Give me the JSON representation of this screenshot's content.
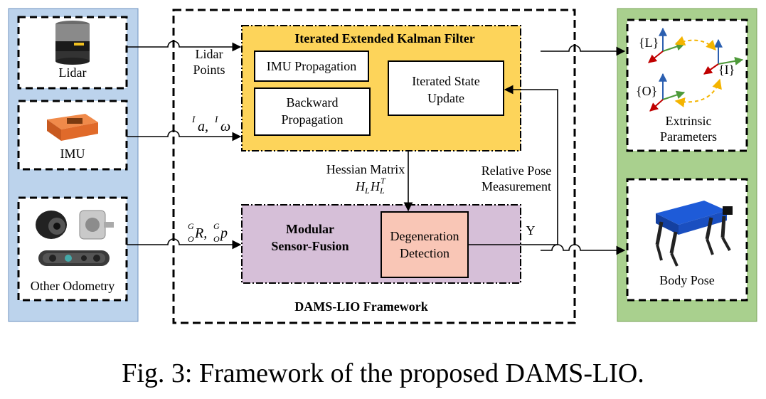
{
  "sensors": {
    "lidar": "Lidar",
    "imu": "IMU",
    "other_odometry": "Other Odometry"
  },
  "inputs": {
    "lidar_line1": "Lidar",
    "lidar_line2": "Points",
    "imu_sup_a": "I",
    "imu_a": "a,",
    "imu_sup_w": "I",
    "imu_w": "ω",
    "odo_sup1": "G",
    "odo_sub1": "O",
    "odo_r": "R,",
    "odo_sup2": "G",
    "odo_sub2": "O",
    "odo_p": "p"
  },
  "iekf": {
    "title": "Iterated Extended Kalman Filter",
    "imu_propagation": "IMU Propagation",
    "backward_line1": "Backward",
    "backward_line2": "Propagation",
    "update_line1": "Iterated State",
    "update_line2": "Update"
  },
  "hessian": {
    "line1": "Hessian Matrix",
    "h": "H",
    "sub_l1": "L",
    "h2": "H",
    "sub_l2": "L",
    "sup_t": "T"
  },
  "relative_pose": {
    "line1": "Relative Pose",
    "line2": "Measurement"
  },
  "fusion": {
    "line1": "Modular",
    "line2": "Sensor-Fusion",
    "degen_line1": "Degeneration",
    "degen_line2": "Detection",
    "y_label": "Y"
  },
  "framework_label": "DAMS-LIO   Framework",
  "outputs": {
    "frame_l": "{L}",
    "frame_i": "{I}",
    "frame_o": "{O}",
    "extrinsic_line1": "Extrinsic",
    "extrinsic_line2": "Parameters",
    "body_pose": "Body Pose"
  },
  "caption": "Fig. 3: Framework of the proposed DAMS-LIO.",
  "colors": {
    "left_panel": "#bcd3ec",
    "right_panel": "#a9d08e",
    "iekf_fill": "#fdd45a",
    "fusion_fill": "#d6bfd8",
    "degen_fill": "#f9c6b6",
    "axis_red": "#c00000",
    "axis_green": "#4e9a3a",
    "axis_blue": "#2b5fb0",
    "dash_arrow": "#f4b400"
  }
}
